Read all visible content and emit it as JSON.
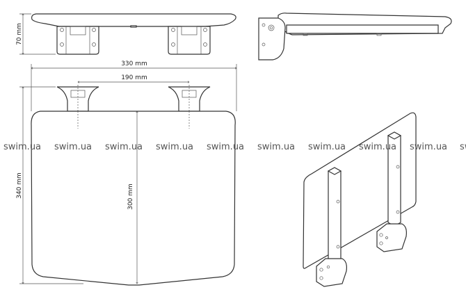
{
  "dimensions": {
    "height_top_view": "70 mm",
    "overall_width": "330 mm",
    "bracket_spacing": "190 mm",
    "overall_depth": "340 mm",
    "seat_depth": "300 mm"
  },
  "watermarks": [
    "swim.ua",
    "swim.ua",
    "swim.ua",
    "swim.ua",
    "swim.ua",
    "swim.ua",
    "swim.ua",
    "swim.ua",
    "swim.ua",
    "sw"
  ],
  "colors": {
    "line": "#333333",
    "watermark": "#555555"
  }
}
